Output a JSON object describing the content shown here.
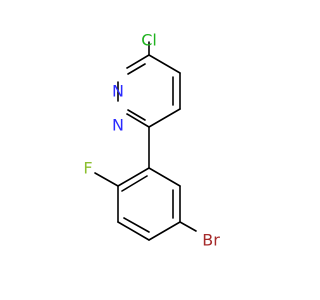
{
  "molecule": {
    "atoms": [
      {
        "id": "cl",
        "label": "Cl",
        "color": "#1fb21f"
      },
      {
        "id": "n1",
        "label": "N",
        "color": "#2b2bff"
      },
      {
        "id": "n2",
        "label": "N",
        "color": "#2b2bff"
      },
      {
        "id": "f",
        "label": "F",
        "color": "#8cbf2f"
      },
      {
        "id": "br",
        "label": "Br",
        "color": "#a52a2a"
      }
    ]
  }
}
